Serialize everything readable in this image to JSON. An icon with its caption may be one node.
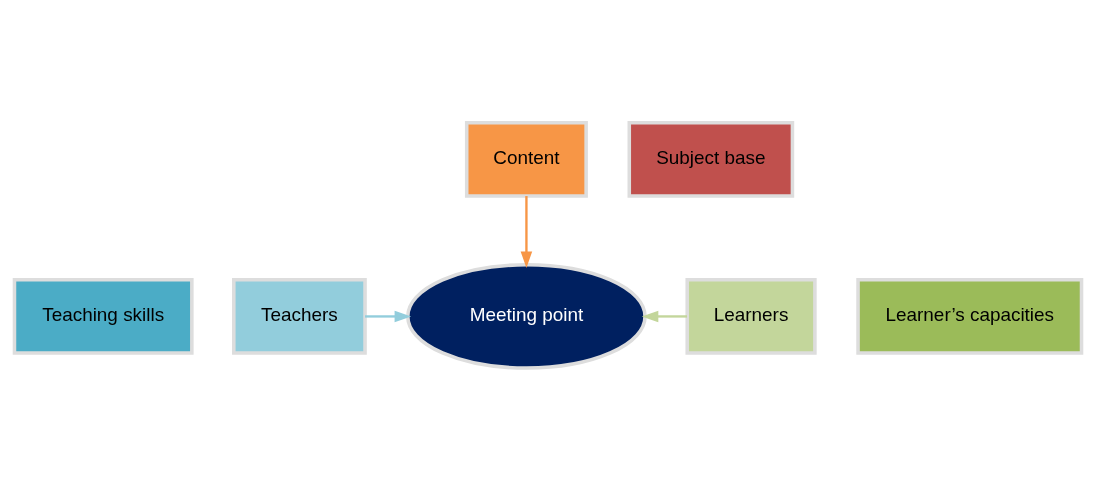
{
  "diagram": {
    "nodes": [
      {
        "text": [
          "Subject base"
        ]
      },
      {
        "text": [
          "Content"
        ]
      },
      {
        "text": [
          "Teaching skills"
        ]
      },
      {
        "text": [
          "Teachers"
        ]
      },
      {
        "text": [
          "Meeting point"
        ]
      },
      {
        "text": [
          "Learners"
        ]
      },
      {
        "text": [
          "Learner’s capacities"
        ]
      }
    ],
    "edges": [
      {
        "from": 1,
        "to": 4,
        "arrow": "to",
        "color": "#f79646"
      },
      {
        "from": 3,
        "to": 4,
        "arrow": "to",
        "color": "#92cddc"
      },
      {
        "from": 5,
        "to": 4,
        "arrow": "to",
        "color": "#c3d69b"
      }
    ]
  }
}
